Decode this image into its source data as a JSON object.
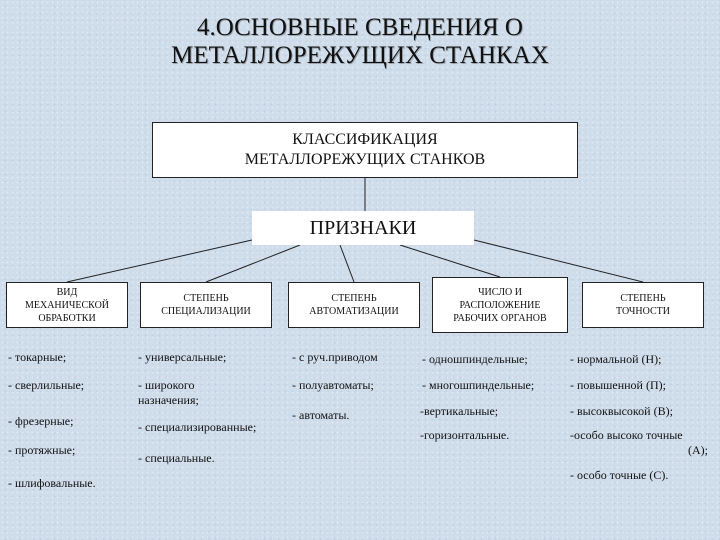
{
  "title": {
    "line1": "4.ОСНОВНЫЕ СВЕДЕНИЯ О",
    "line2": "МЕТАЛЛОРЕЖУЩИХ СТАНКАХ"
  },
  "classification": {
    "line1": "КЛАССИФИКАЦИЯ",
    "line2": "МЕТАЛЛОРЕЖУЩИХ СТАНКОВ"
  },
  "signs": {
    "label": "ПРИЗНАКИ"
  },
  "categories": [
    {
      "lines": [
        "ВИД",
        "МЕХАНИЧЕСКОЙ",
        "ОБРАБОТКИ"
      ]
    },
    {
      "lines": [
        "СТЕПЕНЬ",
        "СПЕЦИАЛИЗАЦИИ"
      ]
    },
    {
      "lines": [
        "СТЕПЕНЬ",
        "АВТОМАТИЗАЦИИ"
      ]
    },
    {
      "lines": [
        "ЧИСЛО И",
        "РАСПОЛОЖЕНИЕ",
        "РАБОЧИХ ОРГАНОВ"
      ]
    },
    {
      "lines": [
        "СТЕПЕНЬ",
        "ТОЧНОСТИ"
      ]
    }
  ],
  "items": {
    "col1": [
      "- токарные;",
      "- сверлильные;",
      "- фрезерные;",
      "- протяжные;",
      "- шлифовальные."
    ],
    "col2": [
      "- универсальные;",
      "- широкого",
      "назначения;",
      "- специализированные;",
      "- специальные."
    ],
    "col3": [
      "- с руч.приводом",
      "- полуавтоматы;",
      "- автоматы."
    ],
    "col4": [
      "- одношпиндельные;",
      "- многошпиндельные;",
      "-вертикальные;",
      "-горизонтальные."
    ],
    "col5": [
      "- нормальной (Н);",
      "- повышенной (П);",
      "- высоквысокой (В);",
      "-особо высоко точные",
      "(А);",
      "- особо точные (С)."
    ]
  }
}
